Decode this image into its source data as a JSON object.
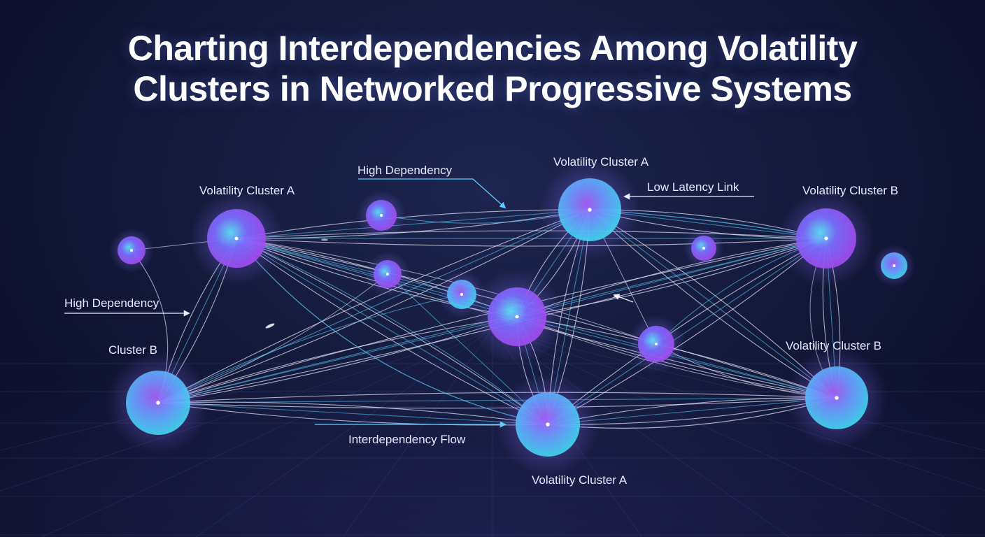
{
  "title": {
    "line1": "Charting Interdependencies Among Volatility",
    "line2": "Clusters in Networked Progressive Systems"
  },
  "colors": {
    "background": "#141a3c",
    "node_purple": "#9b5cff",
    "node_cyan": "#3fd7f0",
    "link_white": "#ffffff",
    "link_cyan": "#5ccfff",
    "label": "#e6e9ff"
  },
  "labels": [
    {
      "id": "label-volatility-cluster-a-left",
      "text": "Volatility Cluster A"
    },
    {
      "id": "label-high-dependency-top",
      "text": "High Dependency"
    },
    {
      "id": "label-volatility-cluster-a-top",
      "text": "Volatility Cluster A"
    },
    {
      "id": "label-low-latency-link",
      "text": "Low Latency Link"
    },
    {
      "id": "label-volatility-cluster-b-right",
      "text": "Volatility Cluster B"
    },
    {
      "id": "label-high-dependency-left",
      "text": "High Dependency"
    },
    {
      "id": "label-cluster-b",
      "text": "Cluster B"
    },
    {
      "id": "label-volatility-cluster-b-lower-right",
      "text": "Volatility Cluster B"
    },
    {
      "id": "label-interdependency-flow",
      "text": "Interdependency Flow"
    },
    {
      "id": "label-volatility-cluster-a-bottom",
      "text": "Volatility Cluster A"
    }
  ]
}
